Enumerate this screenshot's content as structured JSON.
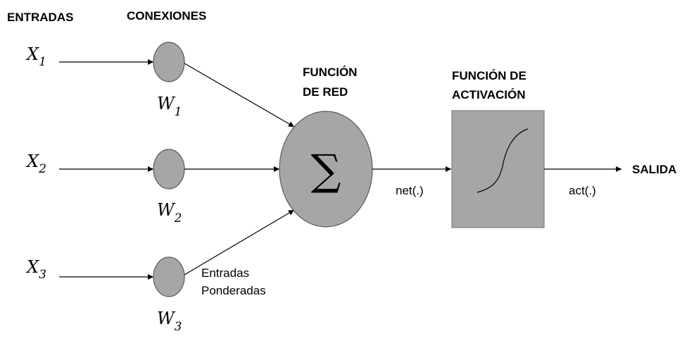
{
  "labels": {
    "entradas": "ENTRADAS",
    "conexiones": "CONEXIONES",
    "funcion_red_1": "FUNCIÓN",
    "funcion_red_2": "DE RED",
    "funcion_act_1": "FUNCIÓN DE",
    "funcion_act_2": "ACTIVACIÓN",
    "salida": "SALIDA",
    "net": "net(.)",
    "act": "act(.)",
    "entradas_ponderadas_1": "Entradas",
    "entradas_ponderadas_2": "Ponderadas",
    "sigma": "∑"
  },
  "inputs": [
    {
      "var": "X",
      "sub": "1"
    },
    {
      "var": "X",
      "sub": "2"
    },
    {
      "var": "X",
      "sub": "3"
    }
  ],
  "weights": [
    {
      "var": "W",
      "sub": "1"
    },
    {
      "var": "W",
      "sub": "2"
    },
    {
      "var": "W",
      "sub": "3"
    }
  ],
  "colors": {
    "node_fill": "#a6a6a6",
    "node_stroke": "#595959",
    "line": "#000000"
  }
}
